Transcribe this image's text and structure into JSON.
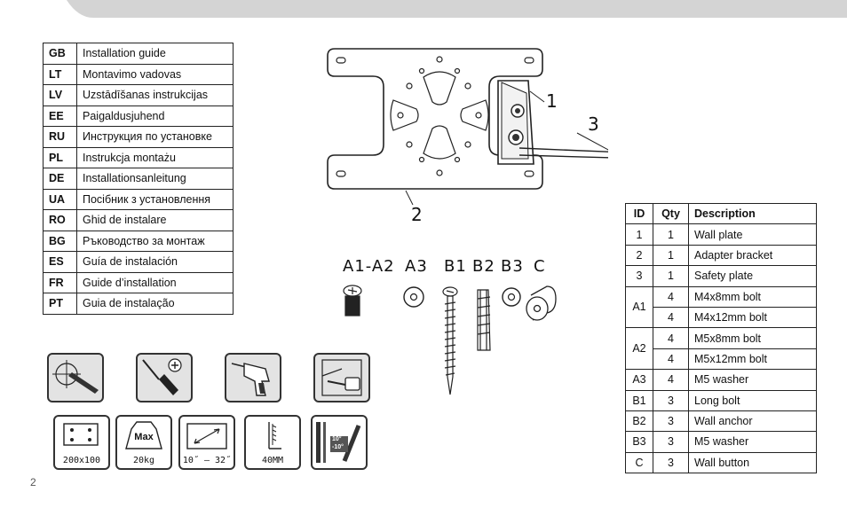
{
  "page_number": "2",
  "languages": [
    {
      "code": "GB",
      "text": "Installation guide"
    },
    {
      "code": "LT",
      "text": "Montavimo vadovas"
    },
    {
      "code": "LV",
      "text": "Uzstādīšanas instrukcijas"
    },
    {
      "code": "EE",
      "text": "Paigaldusjuhend"
    },
    {
      "code": "RU",
      "text": "Инструкция по установке"
    },
    {
      "code": "PL",
      "text": "Instrukcja montażu"
    },
    {
      "code": "DE",
      "text": "Installationsanleitung"
    },
    {
      "code": "UA",
      "text": "Посібник з установлення"
    },
    {
      "code": "RO",
      "text": "Ghid de instalare"
    },
    {
      "code": "BG",
      "text": "Ръководство за монтаж"
    },
    {
      "code": "ES",
      "text": "Guía de instalación"
    },
    {
      "code": "FR",
      "text": "Guide d’installation"
    },
    {
      "code": "PT",
      "text": "Guia de instalação"
    }
  ],
  "parts_table": {
    "headers": {
      "id": "ID",
      "qty": "Qty",
      "description": "Description"
    },
    "rows": {
      "r1": {
        "id": "1",
        "qty": "1",
        "description": "Wall plate"
      },
      "r2": {
        "id": "2",
        "qty": "1",
        "description": "Adapter bracket"
      },
      "r3": {
        "id": "3",
        "qty": "1",
        "description": "Safety plate"
      },
      "a1": {
        "id": "A1",
        "qty1": "4",
        "desc1": "M4x8mm bolt",
        "qty2": "4",
        "desc2": "M4x12mm bolt"
      },
      "a2": {
        "id": "A2",
        "qty1": "4",
        "desc1": "M5x8mm bolt",
        "qty2": "4",
        "desc2": "M5x12mm bolt"
      },
      "a3": {
        "id": "A3",
        "qty": "4",
        "description": "M5 washer"
      },
      "b1": {
        "id": "B1",
        "qty": "3",
        "description": "Long bolt"
      },
      "b2": {
        "id": "B2",
        "qty": "3",
        "description": "Wall anchor"
      },
      "b3": {
        "id": "B3",
        "qty": "3",
        "description": "M5 washer"
      },
      "c": {
        "id": "C",
        "qty": "3",
        "description": "Wall button"
      }
    }
  },
  "callouts": {
    "one": "1",
    "two": "2",
    "three": "3"
  },
  "hardware_labels": {
    "a1a2": "A1-A2",
    "a3": "A3",
    "b1": "B1",
    "b2": "B2",
    "b3": "B3",
    "c": "C"
  },
  "tools": [
    "pencil-icon",
    "screwdriver-icon",
    "drill-icon",
    "tape-measure-icon"
  ],
  "specs": {
    "vesa": "200x100",
    "max_label": "Max",
    "weight": "20kg",
    "screen_size": "10˝ – 32˝",
    "depth": "40MM",
    "tilt_up": "10°",
    "tilt_down": "-10°"
  },
  "colors": {
    "header_band": "#d4d4d4",
    "icon_bg": "#e3e3e3",
    "line": "#222222"
  }
}
